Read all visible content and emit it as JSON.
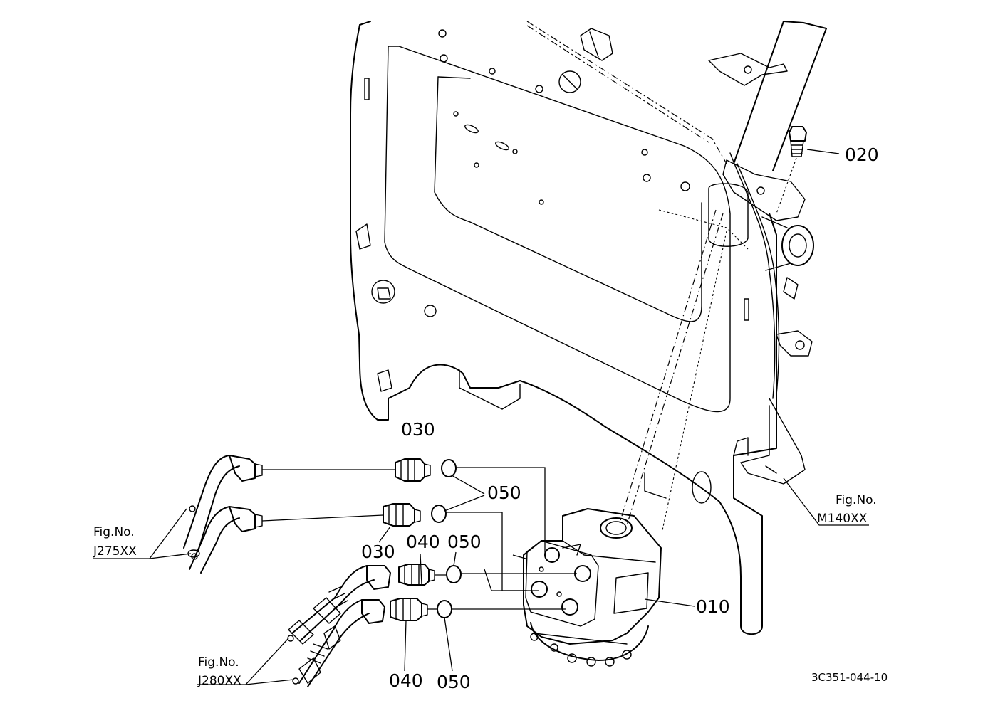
{
  "parts": {
    "p010": "010",
    "p020": "020",
    "p030_a": "030",
    "p030_b": "030",
    "p040_a": "040",
    "p040_b": "040",
    "p050_a": "050",
    "p050_b": "050",
    "p050_c": "050"
  },
  "figure_refs": {
    "m140": {
      "prefix": "Fig.No.",
      "code": "M140XX"
    },
    "j275": {
      "prefix": "Fig.No.",
      "code": "J275XX"
    },
    "j280": {
      "prefix": "Fig.No.",
      "code": "J280XX"
    }
  },
  "drawing_code": "3C351-044-10"
}
